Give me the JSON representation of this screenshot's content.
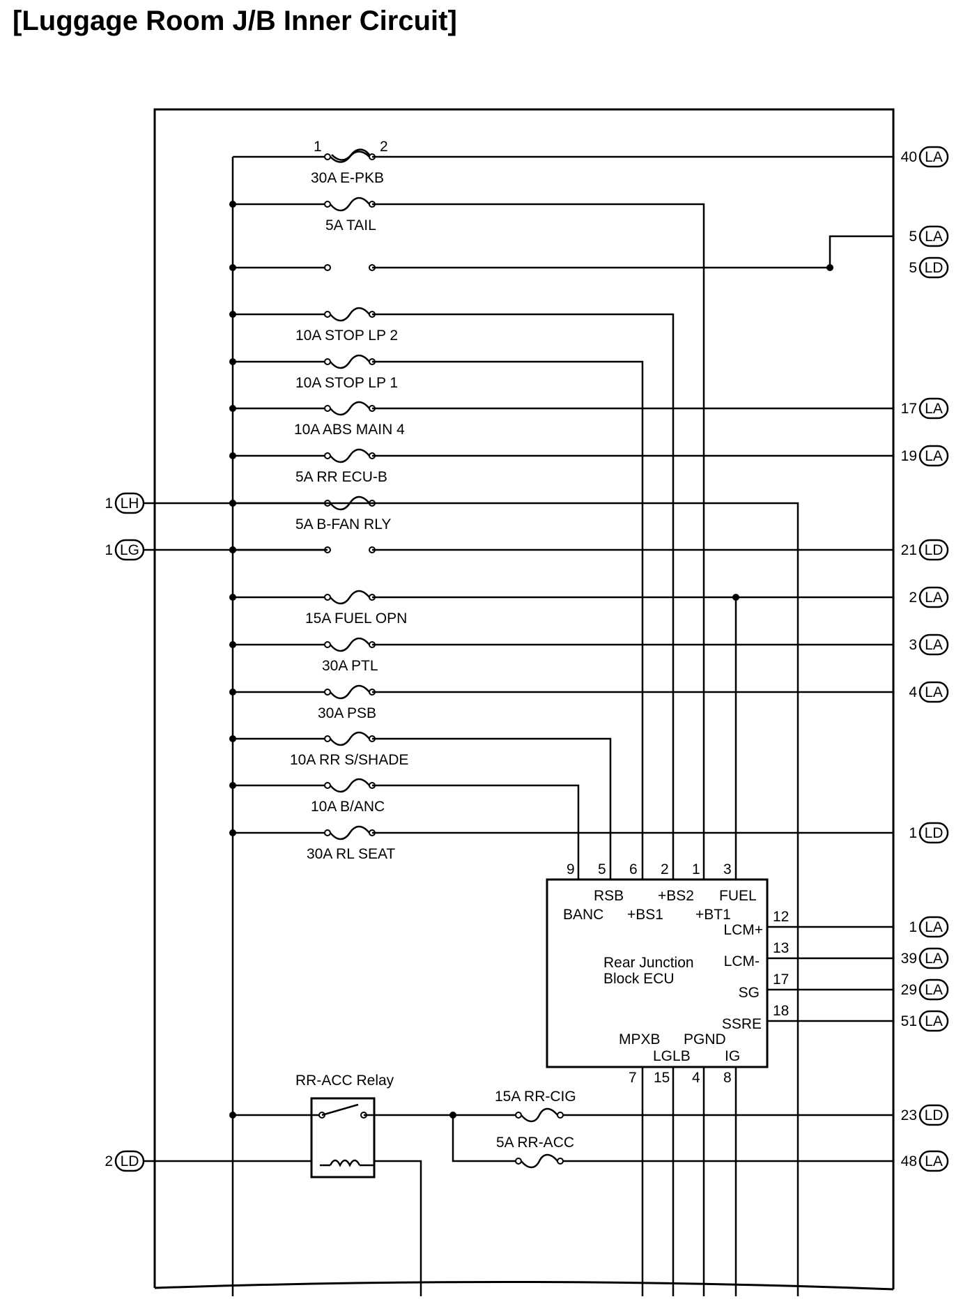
{
  "title": "[Luggage Room J/B Inner Circuit]",
  "fuses": [
    {
      "label": "30A E-PKB"
    },
    {
      "label": "5A TAIL"
    },
    {
      "label": ""
    },
    {
      "label": "10A STOP LP 2"
    },
    {
      "label": "10A STOP LP 1"
    },
    {
      "label": "10A ABS MAIN 4"
    },
    {
      "label": "5A RR ECU-B"
    },
    {
      "label": "5A B-FAN RLY"
    },
    {
      "label": ""
    },
    {
      "label": "15A FUEL OPN"
    },
    {
      "label": "30A PTL"
    },
    {
      "label": "30A PSB"
    },
    {
      "label": "10A RR S/SHADE"
    },
    {
      "label": "10A B/ANC"
    },
    {
      "label": "30A RL SEAT"
    }
  ],
  "fuse_pins": [
    "1",
    "2"
  ],
  "right_connectors": [
    {
      "pin": "40",
      "code": "LA"
    },
    {
      "pin": "5",
      "code": "LA"
    },
    {
      "pin": "5",
      "code": "LD"
    },
    {
      "pin": "17",
      "code": "LA"
    },
    {
      "pin": "19",
      "code": "LA"
    },
    {
      "pin": "21",
      "code": "LD"
    },
    {
      "pin": "2",
      "code": "LA"
    },
    {
      "pin": "3",
      "code": "LA"
    },
    {
      "pin": "4",
      "code": "LA"
    },
    {
      "pin": "1",
      "code": "LD"
    },
    {
      "pin": "1",
      "code": "LA"
    },
    {
      "pin": "39",
      "code": "LA"
    },
    {
      "pin": "29",
      "code": "LA"
    },
    {
      "pin": "51",
      "code": "LA"
    },
    {
      "pin": "23",
      "code": "LD"
    },
    {
      "pin": "48",
      "code": "LA"
    }
  ],
  "left_connectors": [
    {
      "pin": "1",
      "code": "LH"
    },
    {
      "pin": "1",
      "code": "LG"
    },
    {
      "pin": "2",
      "code": "LD"
    }
  ],
  "ecu": {
    "name_line1": "Rear Junction",
    "name_line2": "Block ECU",
    "top_pins": [
      "9",
      "5",
      "6",
      "2",
      "1",
      "3"
    ],
    "top_terminals": [
      "RSB",
      "+BS2",
      "FUEL",
      "BANC",
      "+BS1",
      "+BT1"
    ],
    "right_terminals": [
      "LCM+",
      "LCM-",
      "SG",
      "SSRE"
    ],
    "right_pins": [
      "12",
      "13",
      "17",
      "18"
    ],
    "bottom_terminals": [
      "MPXB",
      "PGND",
      "LGLB",
      "IG"
    ],
    "bottom_pins": [
      "7",
      "15",
      "4",
      "8"
    ]
  },
  "relay": {
    "label": "RR-ACC Relay"
  },
  "lower_fuses": [
    {
      "label": "15A RR-CIG"
    },
    {
      "label": "5A RR-ACC"
    }
  ]
}
